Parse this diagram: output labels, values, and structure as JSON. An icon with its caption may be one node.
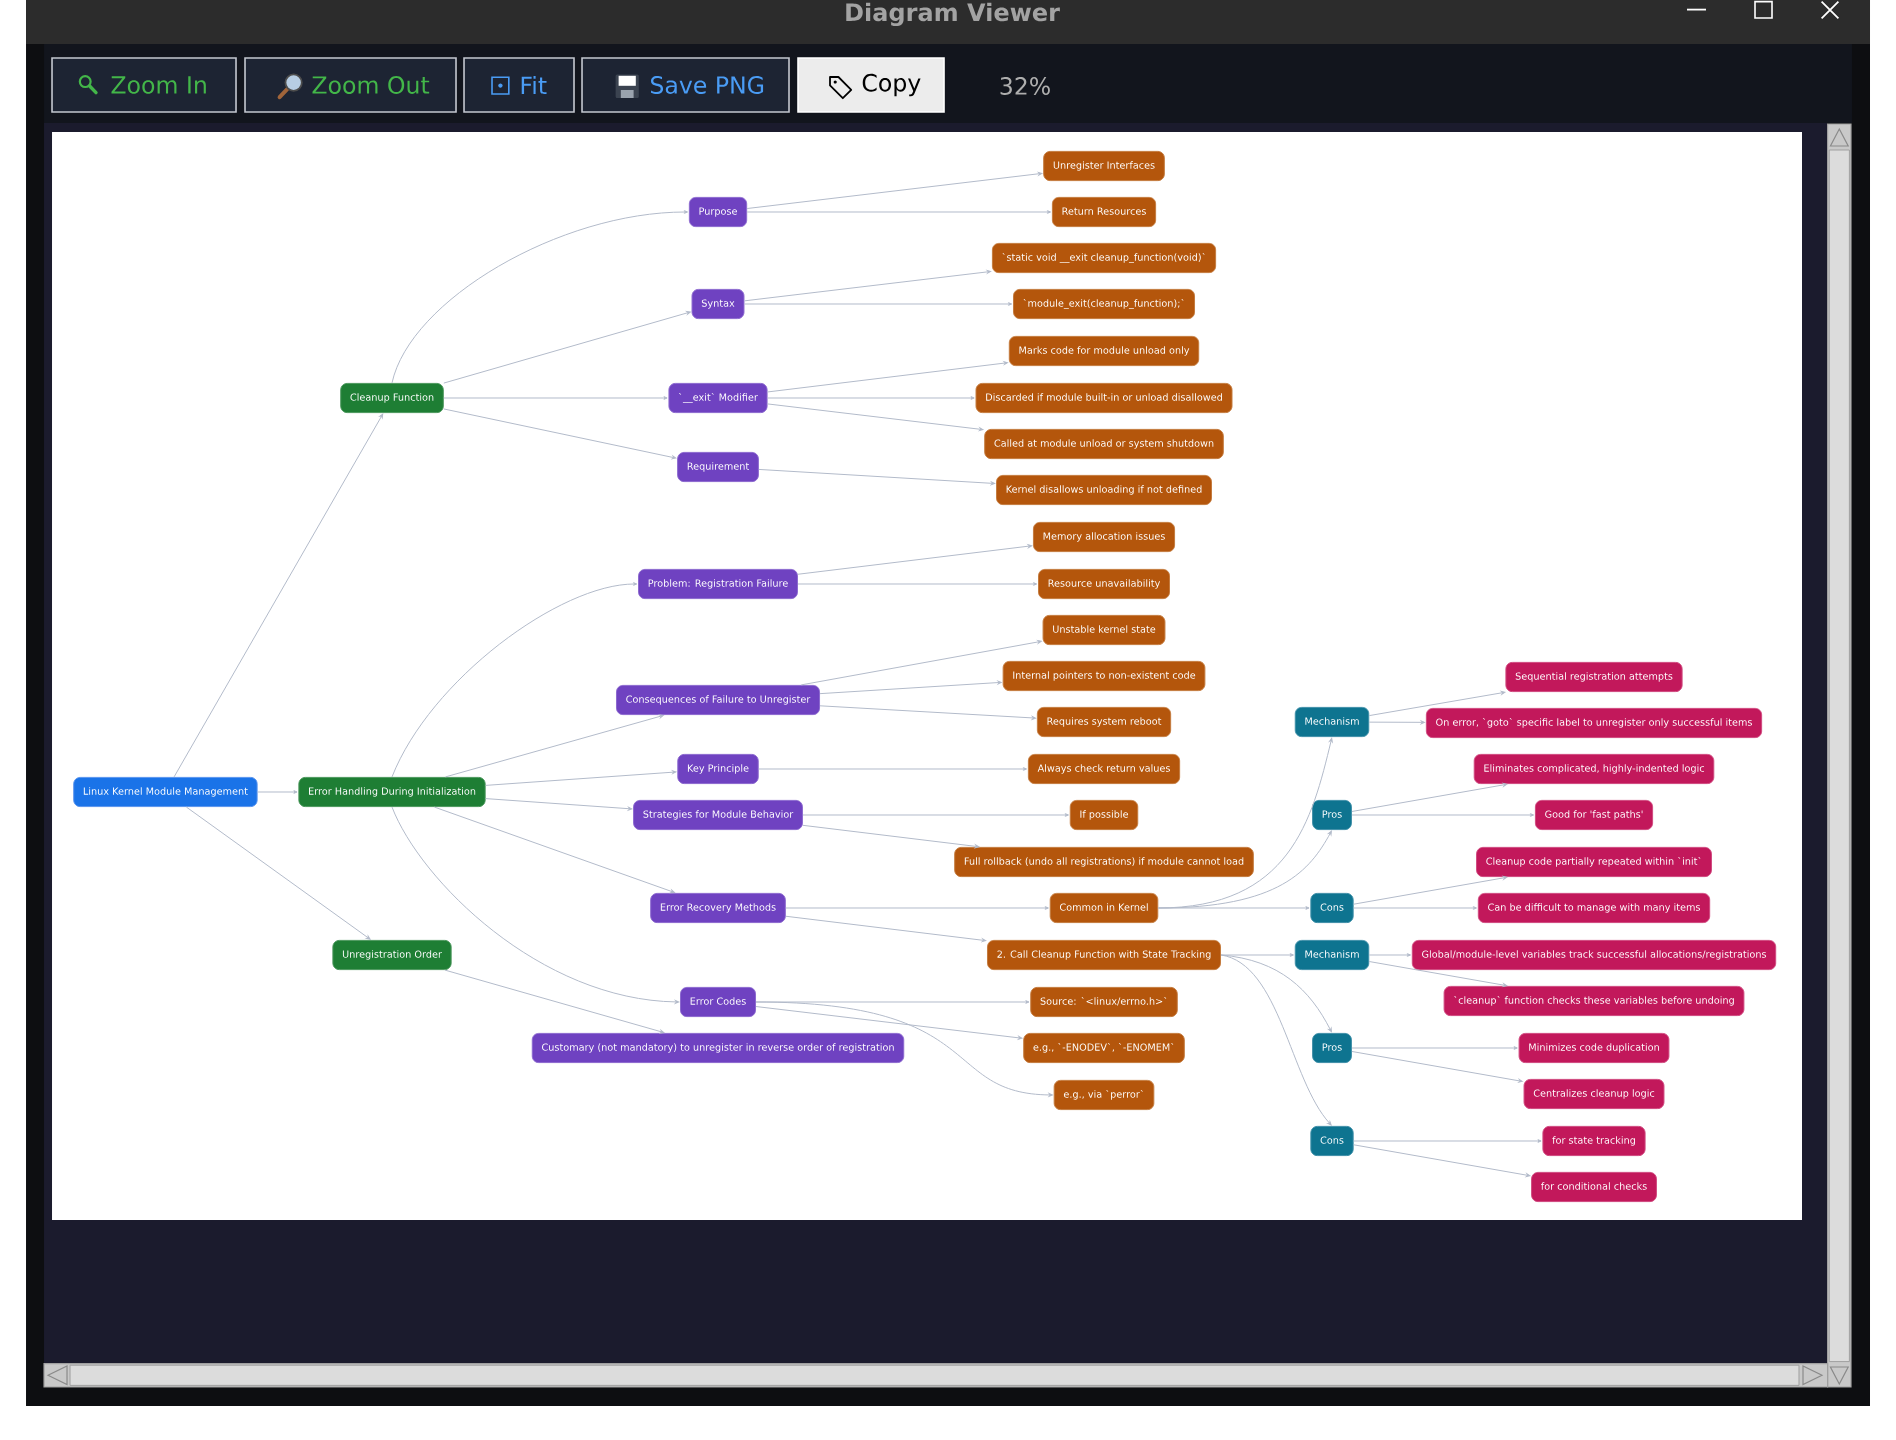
{
  "diagram": {
    "nodes": [
      {
        "text": [
          "Linux Kernel Module Management"
        ]
      },
      {
        "text": [
          "Cleanup Function"
        ]
      },
      {
        "text": [
          "Purpose"
        ]
      },
      {
        "text": [
          "Unregister Interfaces"
        ]
      },
      {
        "text": [
          "Return Resources"
        ]
      },
      {
        "text": [
          "Syntax"
        ]
      },
      {
        "text": [
          "`static void __exit cleanup_function(void)`"
        ]
      },
      {
        "text": [
          "`module_exit(cleanup_function);`"
        ]
      },
      {
        "text": [
          "`__exit` Modifier"
        ]
      },
      {
        "text": [
          "Marks code for module unload only"
        ]
      },
      {
        "text": [
          "Discarded if module built-in or unload disallowed"
        ]
      },
      {
        "text": [
          "Called at module unload or system shutdown"
        ]
      },
      {
        "text": [
          "Requirement"
        ]
      },
      {
        "text": [
          "Kernel disallows unloading if not defined"
        ]
      },
      {
        "text": [
          "Error Handling During Initialization"
        ]
      },
      {
        "text": [
          "Problem: Registration Failure"
        ]
      },
      {
        "text": [
          "Memory allocation issues"
        ]
      },
      {
        "text": [
          "Resource unavailability"
        ]
      },
      {
        "text": [
          "Consequences of Failure to Unregister"
        ]
      },
      {
        "text": [
          "Unstable kernel state"
        ]
      },
      {
        "text": [
          "Internal pointers to non-existent code"
        ]
      },
      {
        "text": [
          "Requires system reboot"
        ]
      },
      {
        "text": [
          "Key Principle"
        ]
      },
      {
        "text": [
          "Always check return values"
        ]
      },
      {
        "text": [
          "Strategies for Module Behavior"
        ]
      },
      {
        "text": [
          "If possible"
        ]
      },
      {
        "text": [
          "Full rollback (undo all registrations) if module cannot load"
        ]
      },
      {
        "text": [
          "Error Recovery Methods"
        ]
      },
      {
        "text": [
          "Common in Kernel"
        ]
      },
      {
        "text": [
          "Mechanism"
        ]
      },
      {
        "text": [
          "Sequential registration attempts"
        ]
      },
      {
        "text": [
          "On error, `goto` specific label to unregister only successful items"
        ]
      },
      {
        "text": [
          "Pros"
        ]
      },
      {
        "text": [
          "Eliminates complicated, highly-indented logic"
        ]
      },
      {
        "text": [
          "Good for 'fast paths'"
        ]
      },
      {
        "text": [
          "Cons"
        ]
      },
      {
        "text": [
          "Cleanup code partially repeated within `init`"
        ]
      },
      {
        "text": [
          "Can be difficult to manage with many items"
        ]
      },
      {
        "text": [
          "2. Call Cleanup Function with State Tracking"
        ]
      },
      {
        "text": [
          "Mechanism"
        ]
      },
      {
        "text": [
          "Global/module-level variables track successful allocations/registrations"
        ]
      },
      {
        "text": [
          "`cleanup` function checks these variables before undoing"
        ]
      },
      {
        "text": [
          "Pros"
        ]
      },
      {
        "text": [
          "Minimizes code duplication"
        ]
      },
      {
        "text": [
          "Centralizes cleanup logic"
        ]
      },
      {
        "text": [
          "Cons"
        ]
      },
      {
        "text": [
          "for state tracking"
        ]
      },
      {
        "text": [
          "for conditional checks"
        ]
      },
      {
        "text": [
          "Error Codes"
        ]
      },
      {
        "text": [
          "Source: `<linux/errno.h>`"
        ]
      },
      {
        "text": [
          "e.g., `-ENODEV`, `-ENOMEM`"
        ]
      },
      {
        "text": [
          "e.g., via `perror`"
        ]
      },
      {
        "text": [
          "Unregistration Order"
        ]
      },
      {
        "text": [
          "Customary (not mandatory) to unregister in reverse order of registration"
        ]
      }
    ],
    "edges": [
      {
        "from": 0,
        "to": 1,
        "arrow": "to"
      },
      {
        "from": 1,
        "to": 2,
        "arrow": "to"
      },
      {
        "from": 2,
        "to": 3,
        "arrow": "to"
      },
      {
        "from": 2,
        "to": 4,
        "arrow": "to"
      },
      {
        "from": 1,
        "to": 5,
        "arrow": "to"
      },
      {
        "from": 5,
        "to": 6,
        "arrow": "to"
      },
      {
        "from": 5,
        "to": 7,
        "arrow": "to"
      },
      {
        "from": 1,
        "to": 8,
        "arrow": "to"
      },
      {
        "from": 8,
        "to": 9,
        "arrow": "to"
      },
      {
        "from": 8,
        "to": 10,
        "arrow": "to"
      },
      {
        "from": 8,
        "to": 11,
        "arrow": "to"
      },
      {
        "from": 1,
        "to": 12,
        "arrow": "to"
      },
      {
        "from": 12,
        "to": 13,
        "arrow": "to"
      },
      {
        "from": 0,
        "to": 14,
        "arrow": "to"
      },
      {
        "from": 14,
        "to": 15,
        "arrow": "to"
      },
      {
        "from": 15,
        "to": 16,
        "arrow": "to"
      },
      {
        "from": 15,
        "to": 17,
        "arrow": "to"
      },
      {
        "from": 14,
        "to": 18,
        "arrow": "to"
      },
      {
        "from": 18,
        "to": 19,
        "arrow": "to"
      },
      {
        "from": 18,
        "to": 20,
        "arrow": "to"
      },
      {
        "from": 18,
        "to": 21,
        "arrow": "to"
      },
      {
        "from": 14,
        "to": 22,
        "arrow": "to"
      },
      {
        "from": 22,
        "to": 23,
        "arrow": "to"
      },
      {
        "from": 14,
        "to": 24,
        "arrow": "to"
      },
      {
        "from": 24,
        "to": 25,
        "arrow": "to"
      },
      {
        "from": 24,
        "to": 26,
        "arrow": "to"
      },
      {
        "from": 14,
        "to": 27,
        "arrow": "to"
      },
      {
        "from": 27,
        "to": 28,
        "arrow": "to"
      },
      {
        "from": 28,
        "to": 29,
        "arrow": "to"
      },
      {
        "from": 29,
        "to": 30,
        "arrow": "to"
      },
      {
        "from": 29,
        "to": 31,
        "arrow": "to"
      },
      {
        "from": 28,
        "to": 32,
        "arrow": "to"
      },
      {
        "from": 32,
        "to": 33,
        "arrow": "to"
      },
      {
        "from": 32,
        "to": 34,
        "arrow": "to"
      },
      {
        "from": 28,
        "to": 35,
        "arrow": "to"
      },
      {
        "from": 35,
        "to": 36,
        "arrow": "to"
      },
      {
        "from": 35,
        "to": 37,
        "arrow": "to"
      },
      {
        "from": 27,
        "to": 38,
        "arrow": "to"
      },
      {
        "from": 38,
        "to": 39,
        "arrow": "to"
      },
      {
        "from": 39,
        "to": 40,
        "arrow": "to"
      },
      {
        "from": 39,
        "to": 41,
        "arrow": "to"
      },
      {
        "from": 38,
        "to": 42,
        "arrow": "to"
      },
      {
        "from": 42,
        "to": 43,
        "arrow": "to"
      },
      {
        "from": 42,
        "to": 44,
        "arrow": "to"
      },
      {
        "from": 38,
        "to": 45,
        "arrow": "to"
      },
      {
        "from": 45,
        "to": 46,
        "arrow": "to"
      },
      {
        "from": 45,
        "to": 47,
        "arrow": "to"
      },
      {
        "from": 14,
        "to": 48,
        "arrow": "to"
      },
      {
        "from": 48,
        "to": 49,
        "arrow": "to"
      },
      {
        "from": 48,
        "to": 50,
        "arrow": "to"
      },
      {
        "from": 48,
        "to": 51,
        "arrow": "to"
      },
      {
        "from": 0,
        "to": 52,
        "arrow": "to"
      },
      {
        "from": 52,
        "to": 53,
        "arrow": "to"
      }
    ],
    "labels": [
      "Diagram Viewer",
      "Zoom In",
      "Zoom Out",
      "Fit",
      "Save PNG",
      "Copy",
      "32%"
    ]
  }
}
